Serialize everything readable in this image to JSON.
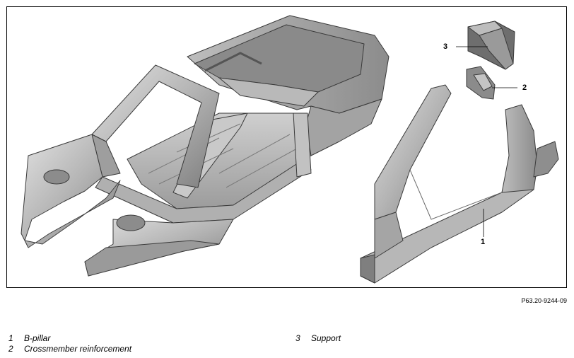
{
  "callouts": [
    {
      "number": "1"
    },
    {
      "number": "2"
    },
    {
      "number": "3"
    }
  ],
  "reference_code": "P63.20-9244-09",
  "legend": [
    {
      "number": "1",
      "label": "B-pillar"
    },
    {
      "number": "2",
      "label": "Crossmember reinforcement"
    },
    {
      "number": "3",
      "label": "Support"
    }
  ],
  "colors": {
    "frame": "#000000",
    "metal_light": "#d7d7d7",
    "metal_mid": "#a9a9a9",
    "metal_dark": "#6f6f6f",
    "outline": "#3a3a3a"
  }
}
